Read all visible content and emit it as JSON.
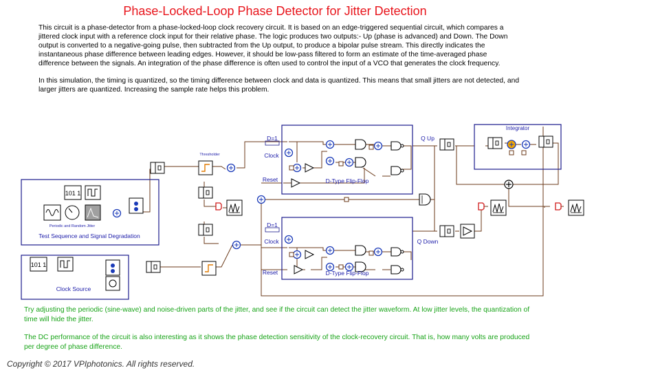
{
  "title": "Phase-Locked-Loop Phase Detector for Jitter Detection",
  "description": [
    "This circuit is a phase-detector from a phase-locked-loop clock recovery circuit. It is based on an edge-triggered sequential circuit, which compares a jittered clock input with a reference clock input for their relative phase. The logic produces two outputs:- Up (phase is advanced) and Down. The Down output is converted to a negative-going pulse, then subtracted from the Up output, to produce a bipolar pulse stream. This directly indicates the instantaneous phase difference between leading edges. However, it should be low-pass filtered to form an estimate of the time-averaged phase difference between the signals. An integration of the phase difference is often used to control the input of a VCO that generates the clock frequency.",
    "In this simulation, the timing is quantized, so the timing difference between clock and data is quantized. This means that small jitters are not detected, and larger jitters are quantized. Increasing the sample rate helps this problem."
  ],
  "notes": [
    "Try adjusting the periodic (sine-wave) and noise-driven parts of the jitter, and see if the circuit can detect the jitter waveform. At low jitter levels, the quantization of time will hide the jitter.",
    "The DC performance of the circuit is also interesting as it shows the phase detection sensitivity of the clock-recovery circuit. That is, how many volts are produced per degree of phase difference."
  ],
  "copyright": "Copyright © 2017 VPIphotonics. All rights reserved.",
  "diagram": {
    "test_sequence_label": "Test Sequence and Signal Degradation",
    "jitter_label": "Periodic and Random Jitter",
    "clock_source_label": "Clock Source",
    "thresholder_label": "Thresholder",
    "integrator_label": "Integrator",
    "ff_top_label": "D-Type Flip-Flop",
    "ff_bottom_label": "D-Type Flip-Flop",
    "d1_top": "D=1",
    "d1_bottom": "D=1",
    "clock_top": "Clock",
    "clock_bottom": "Clock",
    "reset_top": "Reset",
    "reset_bottom": "Reset",
    "q_up": "Q Up",
    "q_down": "Q Down",
    "seq_text": "101 1"
  },
  "colors": {
    "title": "#e8141b",
    "note": "#17a317",
    "label_blue": "#1a1aa8",
    "wire": "#6b3a1a",
    "box_border": "#1a1a8c"
  }
}
